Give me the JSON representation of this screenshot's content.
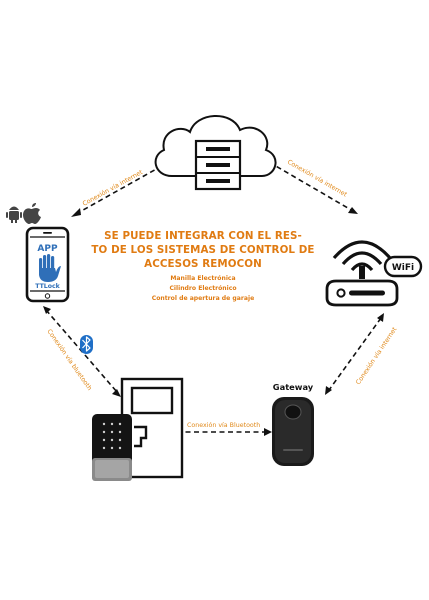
{
  "headline": {
    "line1": "SE PUEDE INTEGRAR CON EL RES-",
    "line2": "TO DE LOS SISTEMAS DE CONTROL DE",
    "line3": "ACCESOS REMOCON"
  },
  "sub_items": [
    "Manilla Electrónica",
    "Cilindro Electrónico",
    "Control de apertura de garaje"
  ],
  "edges": {
    "phone_to_cloud": "Conexión vía internet",
    "cloud_to_router": "Conexión vía internet",
    "phone_to_lock": "Conexión vía bluetooth",
    "router_to_gateway": "Conexión vía internet",
    "gateway_to_lock": "Conexión vía Bluetooth"
  },
  "phone": {
    "app_label": "APP",
    "brand": "TTLock"
  },
  "router": {
    "wifi_label": "WiFi"
  },
  "gateway": {
    "label": "Gateway"
  },
  "icons": [
    "cloud-icon",
    "server-icon",
    "android-icon",
    "apple-icon",
    "smartphone-icon",
    "hand-icon",
    "router-icon",
    "wifi-badge-icon",
    "bluetooth-icon",
    "gateway-device-icon",
    "door-icon",
    "keypad-lock-icon"
  ],
  "colors": {
    "accent": "#e07b12",
    "app_blue": "#2f6fb8",
    "bluetooth_blue": "#1f6fc7",
    "dark": "#111111"
  }
}
